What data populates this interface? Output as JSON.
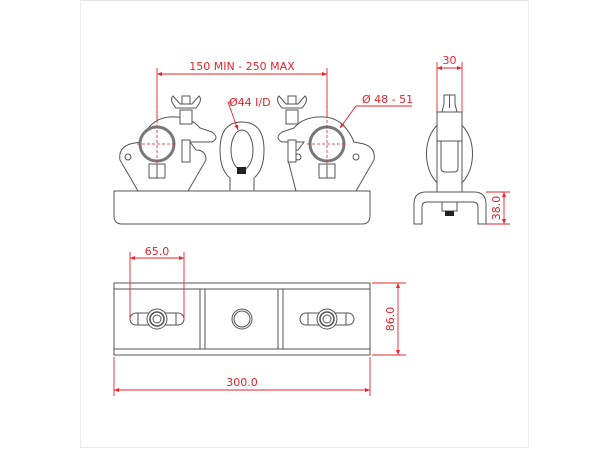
{
  "drawing": {
    "title": "Truss clamp base plate - technical drawing",
    "dimension_color": "#e8232a",
    "line_color": "#555555",
    "front_view": {
      "clamp_spacing_label": "150 MIN - 250 MAX",
      "eye_bolt_label": "Ø44 I/D",
      "tube_diameter_label": "Ø 48 - 51"
    },
    "side_view": {
      "width_label": "30",
      "height_label": "38.0"
    },
    "plan_view": {
      "offset_label": "65.0",
      "depth_label": "86.0",
      "length_label": "300.0"
    }
  }
}
